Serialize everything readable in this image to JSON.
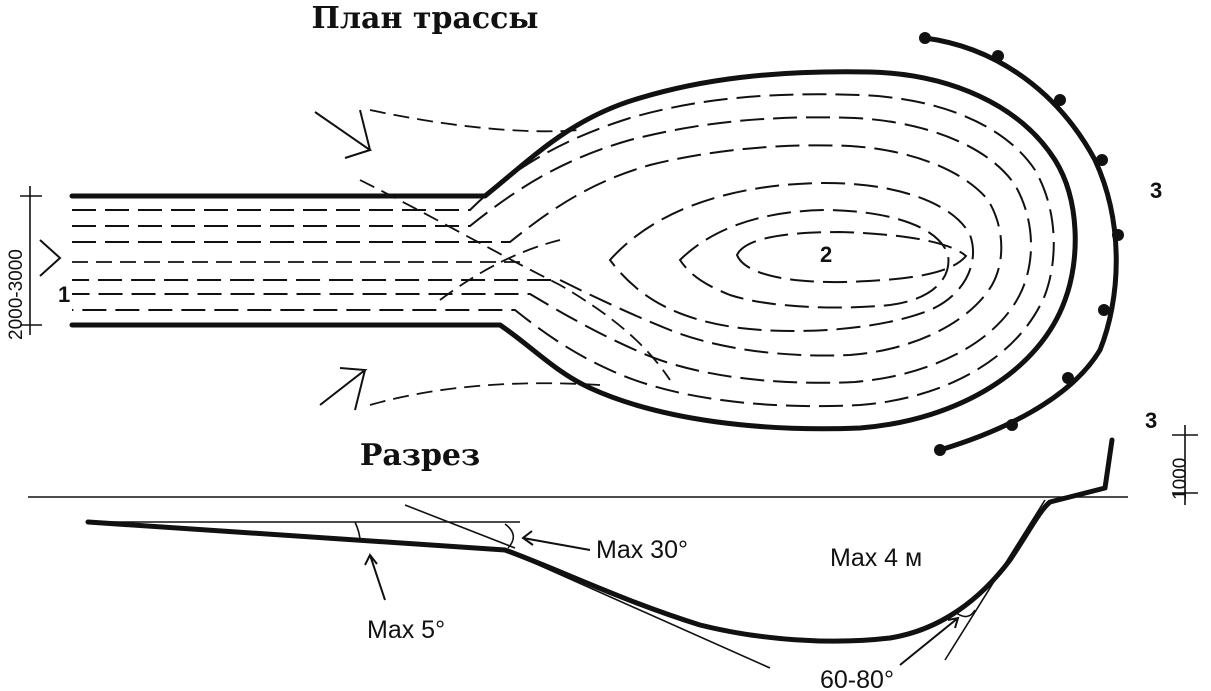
{
  "titles": {
    "plan": "План трассы",
    "section": "Разрез"
  },
  "labels": {
    "one": "1",
    "two": "2",
    "three_plan": "3",
    "three_section": "3",
    "width_dim": "2000-3000",
    "height_dim": "1000",
    "max_30": "Max 30°",
    "max_5": "Max 5°",
    "max_4m": "Max 4 м",
    "angle_60_80": "60-80°"
  }
}
